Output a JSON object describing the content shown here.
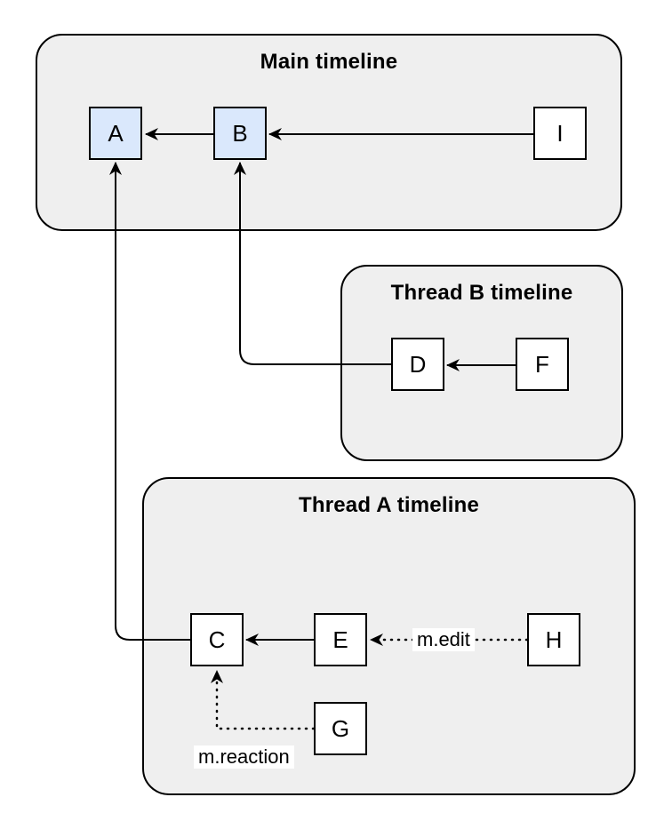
{
  "diagram": {
    "description": "Event graph with main timeline and two thread timelines",
    "containers": [
      {
        "id": "main",
        "title": "Main timeline"
      },
      {
        "id": "thread-b",
        "title": "Thread B timeline"
      },
      {
        "id": "thread-a",
        "title": "Thread A timeline"
      }
    ],
    "nodes": [
      {
        "id": "A",
        "label": "A",
        "container": "main",
        "fill": "#dae8fc"
      },
      {
        "id": "B",
        "label": "B",
        "container": "main",
        "fill": "#dae8fc"
      },
      {
        "id": "I",
        "label": "I",
        "container": "main",
        "fill": "#ffffff"
      },
      {
        "id": "D",
        "label": "D",
        "container": "thread-b",
        "fill": "#ffffff"
      },
      {
        "id": "F",
        "label": "F",
        "container": "thread-b",
        "fill": "#ffffff"
      },
      {
        "id": "C",
        "label": "C",
        "container": "thread-a",
        "fill": "#ffffff"
      },
      {
        "id": "E",
        "label": "E",
        "container": "thread-a",
        "fill": "#ffffff"
      },
      {
        "id": "H",
        "label": "H",
        "container": "thread-a",
        "fill": "#ffffff"
      },
      {
        "id": "G",
        "label": "G",
        "container": "thread-a",
        "fill": "#ffffff"
      }
    ],
    "edges": [
      {
        "from": "B",
        "to": "A",
        "style": "solid",
        "label": ""
      },
      {
        "from": "I",
        "to": "B",
        "style": "solid",
        "label": ""
      },
      {
        "from": "F",
        "to": "D",
        "style": "solid",
        "label": ""
      },
      {
        "from": "D",
        "to": "B",
        "style": "solid",
        "label": ""
      },
      {
        "from": "E",
        "to": "C",
        "style": "solid",
        "label": ""
      },
      {
        "from": "C",
        "to": "A",
        "style": "solid",
        "label": ""
      },
      {
        "from": "H",
        "to": "E",
        "style": "dotted",
        "label": "m.edit"
      },
      {
        "from": "G",
        "to": "C",
        "style": "dotted",
        "label": "m.reaction"
      }
    ],
    "colors": {
      "container_fill": "#efefef",
      "container_border": "#000000",
      "node_fill_highlight": "#dae8fc",
      "node_fill_default": "#ffffff",
      "node_border": "#000000",
      "edge": "#000000",
      "label_background": "#ffffff",
      "text": "#000000"
    }
  }
}
